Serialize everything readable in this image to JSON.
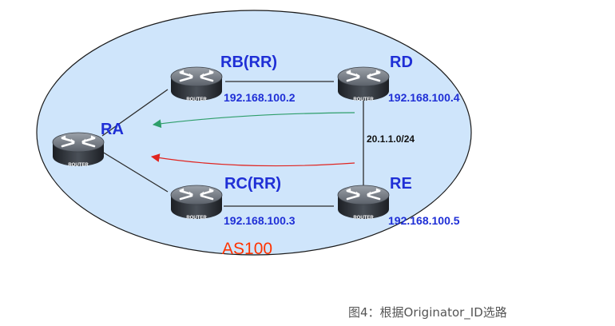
{
  "as_label": "AS100",
  "routers": [
    {
      "id": "ra",
      "name": "RA",
      "ip": "",
      "icon_text": "ROUTER"
    },
    {
      "id": "rb",
      "name": "RB(RR)",
      "ip": "192.168.100.2",
      "icon_text": "ROUTER"
    },
    {
      "id": "rc",
      "name": "RC(RR)",
      "ip": "192.168.100.3",
      "icon_text": "ROUTER"
    },
    {
      "id": "rd",
      "name": "RD",
      "ip": "192.168.100.4",
      "icon_text": "ROUTER"
    },
    {
      "id": "re",
      "name": "RE",
      "ip": "192.168.100.5",
      "icon_text": "ROUTER"
    }
  ],
  "network_label": "20.1.1.0/24",
  "caption": "图4：根据Originator_ID选路",
  "colors": {
    "as_fill": "#cfe5fb",
    "label_blue": "#1f2fd6",
    "as_label": "#ff3300",
    "arrow_green": "#2e9e6a",
    "arrow_red": "#e0241f"
  }
}
